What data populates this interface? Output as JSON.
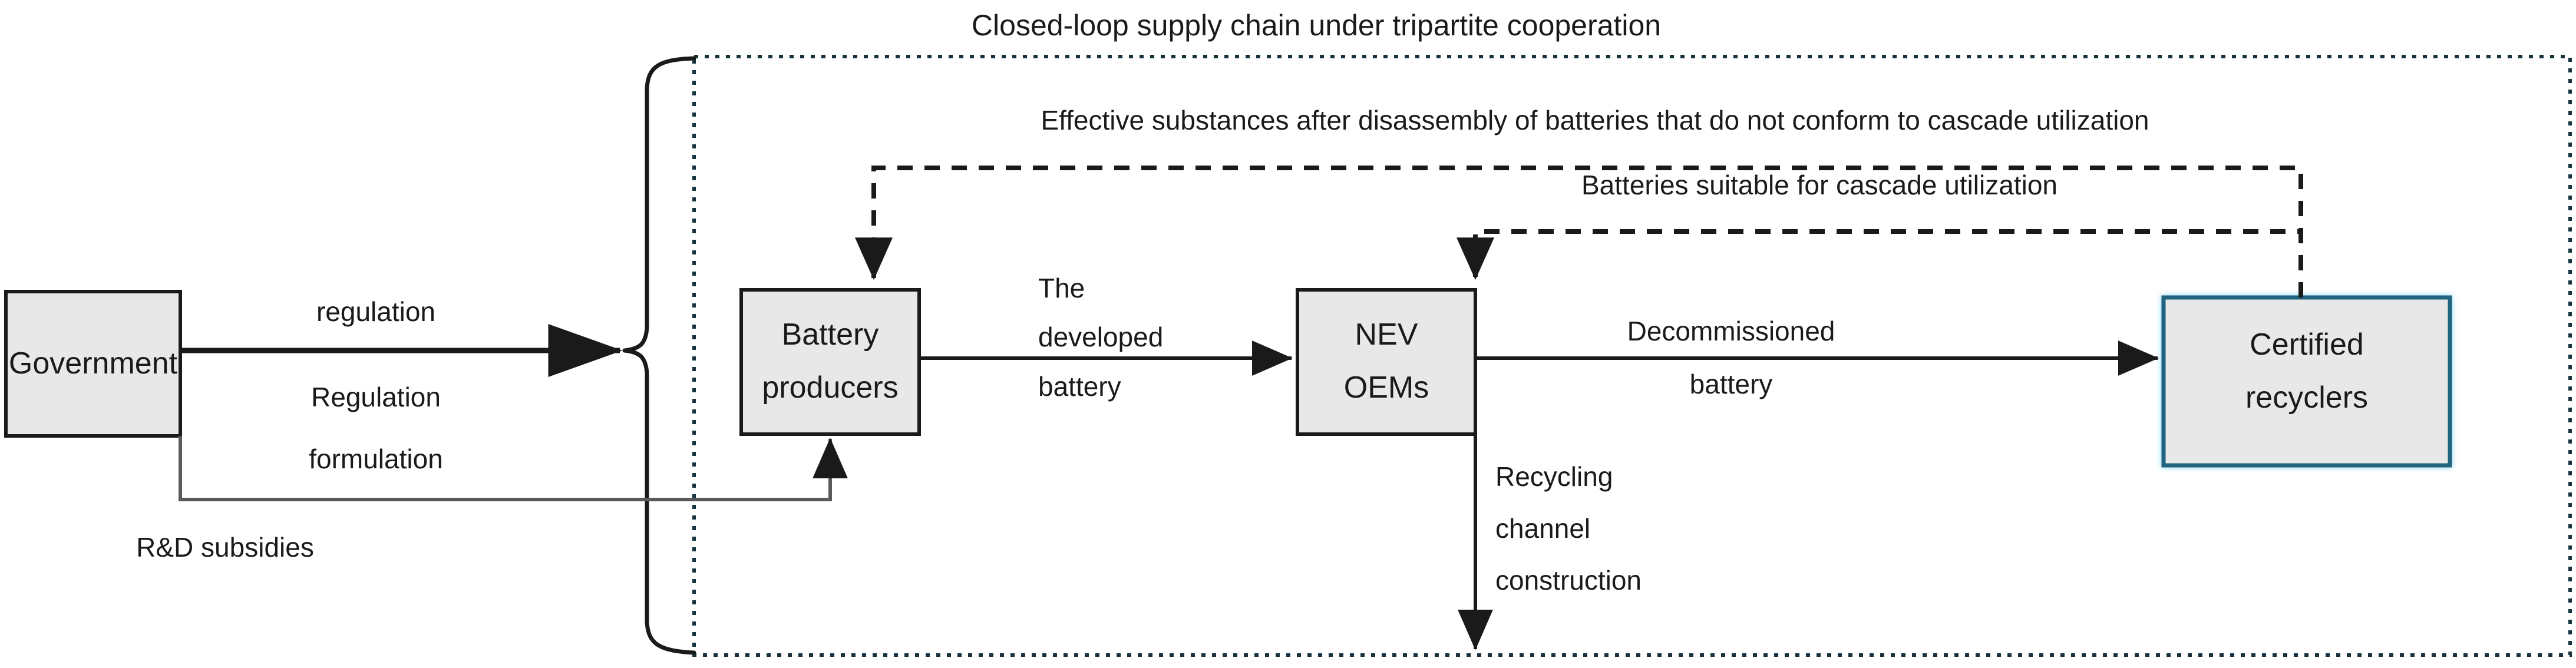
{
  "diagram": {
    "title": "Closed-loop supply chain under tripartite cooperation",
    "boundary_label": "closed-loop-supply-chain-boundary",
    "colors": {
      "node_fill": "#e8e8e8",
      "node_border": "#1a1a1a",
      "highlight_border": "#20647f",
      "highlight_glow": "#c9eaf7",
      "boundary_border": "#16323f",
      "edge": "#1a1a1a",
      "text": "#1a1a1a",
      "background": "#ffffff"
    },
    "nodes": [
      {
        "id": "government",
        "label": "Government",
        "lines": [
          "Government"
        ],
        "highlighted": false
      },
      {
        "id": "battery-producers",
        "label": "Battery producers",
        "lines": [
          "Battery",
          "producers"
        ],
        "highlighted": false
      },
      {
        "id": "nev-oems",
        "label": "NEV OEMs",
        "lines": [
          "NEV",
          "OEMs"
        ],
        "highlighted": false
      },
      {
        "id": "certified-recyclers",
        "label": "Certified recyclers",
        "lines": [
          "Certified",
          "recyclers"
        ],
        "highlighted": true
      }
    ],
    "edges": [
      {
        "id": "gov-to-chain",
        "from": "government",
        "to": "supply-chain",
        "style": "solid",
        "lines": [
          "regulation",
          "Regulation",
          "formulation"
        ]
      },
      {
        "id": "producers-to-oems",
        "from": "battery-producers",
        "to": "nev-oems",
        "style": "solid",
        "lines": [
          "The",
          "developed",
          "battery"
        ]
      },
      {
        "id": "oems-to-recyclers",
        "from": "nev-oems",
        "to": "certified-recyclers",
        "style": "solid",
        "lines": [
          "Decommissioned",
          "battery"
        ]
      },
      {
        "id": "gov-to-producers",
        "from": "government",
        "to": "battery-producers",
        "style": "solid",
        "lines": [
          "R&D subsidies"
        ]
      },
      {
        "id": "oems-recycling-channel",
        "from": "nev-oems",
        "to": "boundary",
        "style": "solid",
        "lines": [
          "Recycling",
          "channel",
          "construction"
        ]
      },
      {
        "id": "recyclers-to-producers",
        "from": "certified-recyclers",
        "to": "battery-producers",
        "style": "dashed",
        "lines": [
          "Effective substances after disassembly of batteries that do not conform to cascade utilization"
        ]
      },
      {
        "id": "recyclers-to-oems",
        "from": "certified-recyclers",
        "to": "nev-oems",
        "style": "dashed",
        "lines": [
          "Batteries suitable for cascade utilization"
        ]
      }
    ],
    "edge_labels": {
      "regulation": "regulation",
      "regulation_formulation_line1": "Regulation",
      "regulation_formulation_line2": "formulation",
      "rd_subsidies": "R&D subsidies",
      "developed_battery_line1": "The",
      "developed_battery_line2": "developed",
      "developed_battery_line3": "battery",
      "decommissioned_line1": "Decommissioned",
      "decommissioned_line2": "battery",
      "recycling_channel_line1": "Recycling",
      "recycling_channel_line2": "channel",
      "recycling_channel_line3": "construction",
      "effective_substances": "Effective substances after disassembly of batteries that do not conform to cascade utilization",
      "cascade_batteries": "Batteries suitable for cascade utilization"
    },
    "node_text": {
      "government": "Government",
      "battery_line1": "Battery",
      "battery_line2": "producers",
      "nev_line1": "NEV",
      "nev_line2": "OEMs",
      "certified_line1": "Certified",
      "certified_line2": "recyclers"
    }
  }
}
